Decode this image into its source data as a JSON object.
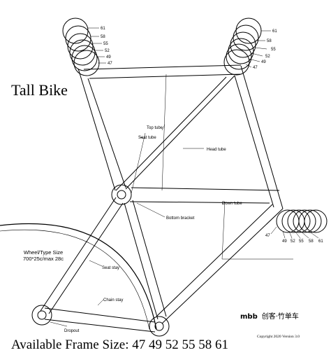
{
  "title": "Tall Bike",
  "available_sizes": "Available Frame Size: 47 49 52 55 58 61",
  "wheel_type": {
    "line1": "Wheel/Type Size",
    "line2": "700*25c/max 28c"
  },
  "brand": {
    "logo": "mbb",
    "name": "创客·竹单车"
  },
  "copyright": "Copyright 2020   Version 3.0",
  "tube_labels": {
    "top_tube": "Top tube",
    "seat_tube": "Seat tube",
    "head_tube": "Head tube",
    "down_tube": "Down tube",
    "bottom_bracket": "Bottom bracket",
    "seat_stay": "Seat stay",
    "chain_stay": "Chain stay",
    "dropout": "Dropout"
  },
  "size_callouts": [
    "47",
    "49",
    "52",
    "55",
    "58",
    "61"
  ]
}
